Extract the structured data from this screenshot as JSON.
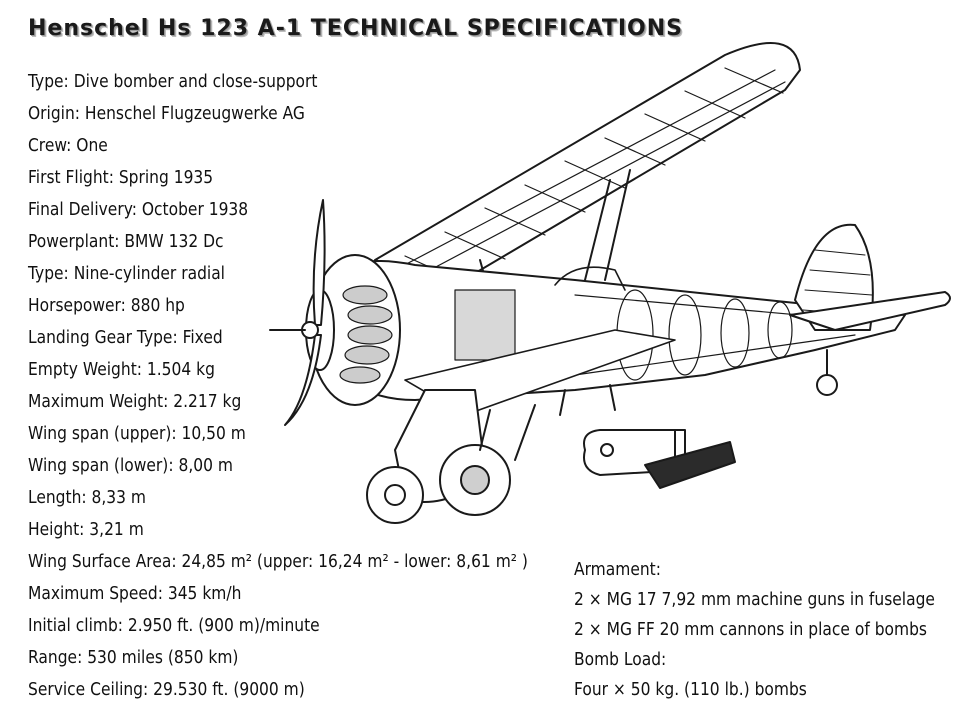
{
  "title": "Henschel Hs 123 A-1 TECHNICAL SPECIFICATIONS",
  "specs": [
    "Type: Dive bomber and close-support",
    "Origin: Henschel Flugzeugwerke AG",
    "Crew: One",
    "First Flight: Spring 1935",
    "Final Delivery: October 1938",
    "Powerplant: BMW 132 Dc",
    "Type: Nine-cylinder radial",
    "Horsepower: 880 hp",
    "Landing Gear Type: Fixed",
    "Empty Weight: 1.504 kg",
    "Maximum Weight: 2.217 kg",
    "Wing span (upper): 10,50 m",
    "Wing span (lower): 8,00 m",
    "Length: 8,33 m",
    "Height: 3,21 m",
    "Wing Surface Area: 24,85 m² (upper: 16,24 m² - lower: 8,61 m² )",
    "Maximum Speed: 345 km/h",
    "Initial climb: 2.950 ft. (900 m)/minute",
    "Range: 530 miles (850 km)",
    "Service Ceiling: 29.530 ft. (9000 m)"
  ],
  "armament": {
    "heading": "Armament:",
    "line1": "2 × MG 17 7,92 mm machine guns in fuselage",
    "line2": "2 × MG FF 20 mm cannons in place of bombs",
    "bomb_heading": "Bomb Load:",
    "bomb_line": "Four × 50 kg. (110 lb.) bombs"
  }
}
